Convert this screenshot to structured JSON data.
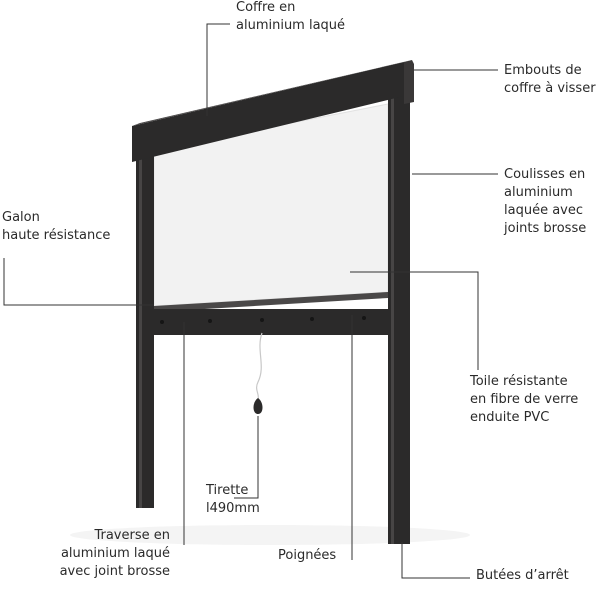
{
  "callouts": {
    "coffre": [
      "Coffre en",
      "aluminium laqué"
    ],
    "embouts": [
      "Embouts de",
      "coffre à visser"
    ],
    "coulisses": [
      "Coulisses en",
      "aluminium",
      "laquée avec",
      "joints brosse"
    ],
    "galon": [
      "Galon",
      "haute résistance"
    ],
    "toile": [
      "Toile résistante",
      "en fibre de verre",
      "enduite PVC"
    ],
    "tirette": [
      "Tirette",
      "l490mm"
    ],
    "traverse": [
      "Traverse en",
      "aluminium laqué",
      "avec joint brosse"
    ],
    "poignees": [
      "Poignées"
    ],
    "butees": [
      "Butées d’arrêt"
    ]
  },
  "colors": {
    "frame": "#2b2a2a",
    "frame_highlight": "#4a4848",
    "mesh": "#f1f1f1",
    "leader": "#333333",
    "text": "#2a2a2a"
  }
}
